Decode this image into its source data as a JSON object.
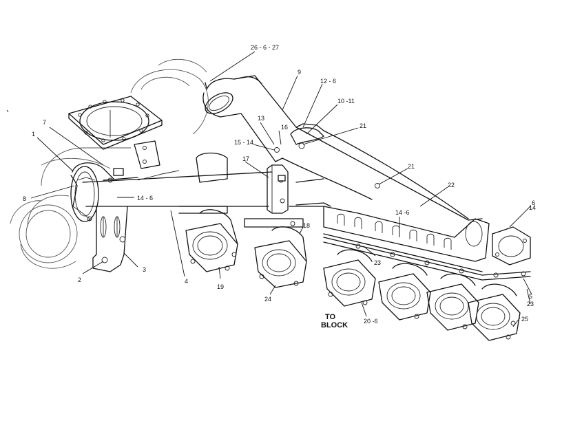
{
  "callouts": {
    "c1": "1",
    "c2": "2",
    "c3": "3",
    "c4": "4",
    "c5": "5",
    "c6": "6",
    "c7": "7",
    "c8": "8",
    "c9": "9",
    "c10_11": "10 -11",
    "c12_6": "12 - 6",
    "c13": "13",
    "c14_6a": "14 - 6",
    "c14_6b": "14 -6",
    "c14": "14",
    "c15_14": "15 - 14",
    "c16": "16",
    "c17": "17",
    "c18": "18",
    "c19": "19",
    "c20_6": "20  -6",
    "c21a": "21",
    "c21b": "21",
    "c22": "22",
    "c23a": "23",
    "c23b": "23",
    "c24": "24",
    "c25": "25",
    "c26_6_27": "26  - 6 - 27"
  },
  "note": {
    "line1": "TO",
    "line2": "BLOCK"
  }
}
